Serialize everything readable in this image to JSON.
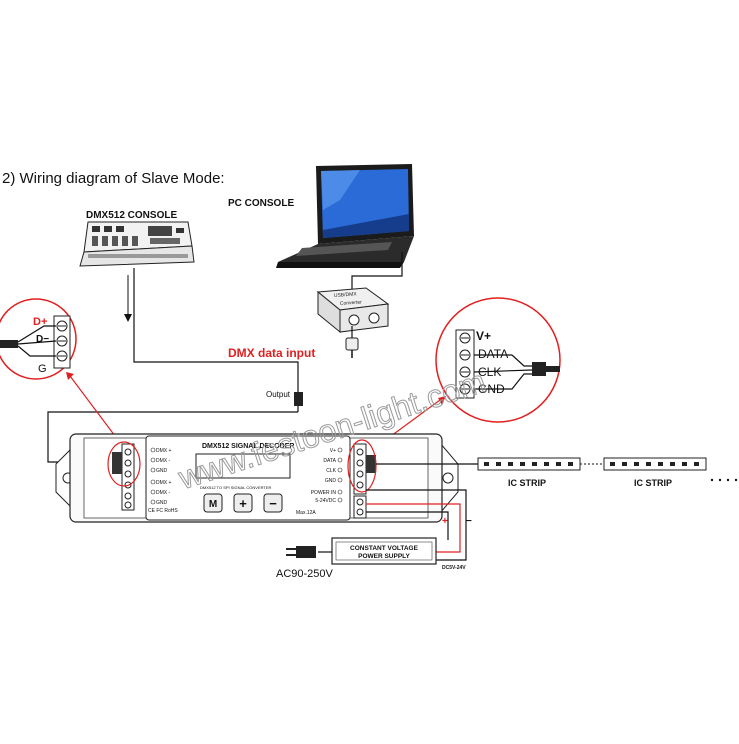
{
  "heading": "2) Wiring diagram of Slave Mode:",
  "dmx_console": {
    "label": "DMX512 CONSOLE"
  },
  "pc_console": {
    "label": "PC CONSOLE"
  },
  "converter": {
    "line1": "USB/DMX",
    "line2": "Converter"
  },
  "dmx_input_label": "DMX data input",
  "output_label": "Output",
  "watermark": "www.festoon-light.com",
  "left_zoom": {
    "dplus": "D+",
    "dminus": "D−",
    "ground": "G"
  },
  "right_zoom": {
    "vplus": "V+",
    "data": "DATA",
    "clk": "CLK",
    "gnd": "GND"
  },
  "decoder": {
    "title": "DMX512 SIGNAL DECODER",
    "subtitle": "DMX512 TO SPI SIGNAL CONVERTER",
    "left_terminals": [
      "DMX +",
      "DMX -",
      "GND",
      "DMX +",
      "DMX -",
      "GND"
    ],
    "right_terminals": [
      "V+",
      "DATA",
      "CLK",
      "GND"
    ],
    "power_in": "POWER IN",
    "power_range": "5-24VDC",
    "max_current": "Max.12A",
    "cert": "CE FC RoHS",
    "btn_m": "M",
    "btn_plus": "+",
    "btn_minus": "−"
  },
  "strip1_label": "IC STRIP",
  "strip2_label": "IC STRIP",
  "power_supply": {
    "line1": "CONSTANT VOLTAGE",
    "line2": "POWER SUPPLY",
    "dc": "DC5V-24V",
    "plus": "+",
    "minus": "−"
  },
  "ac_label": "AC90-250V",
  "colors": {
    "accent_red": "#e02020",
    "line": "#111111",
    "watermark": "#9a9a9a"
  }
}
